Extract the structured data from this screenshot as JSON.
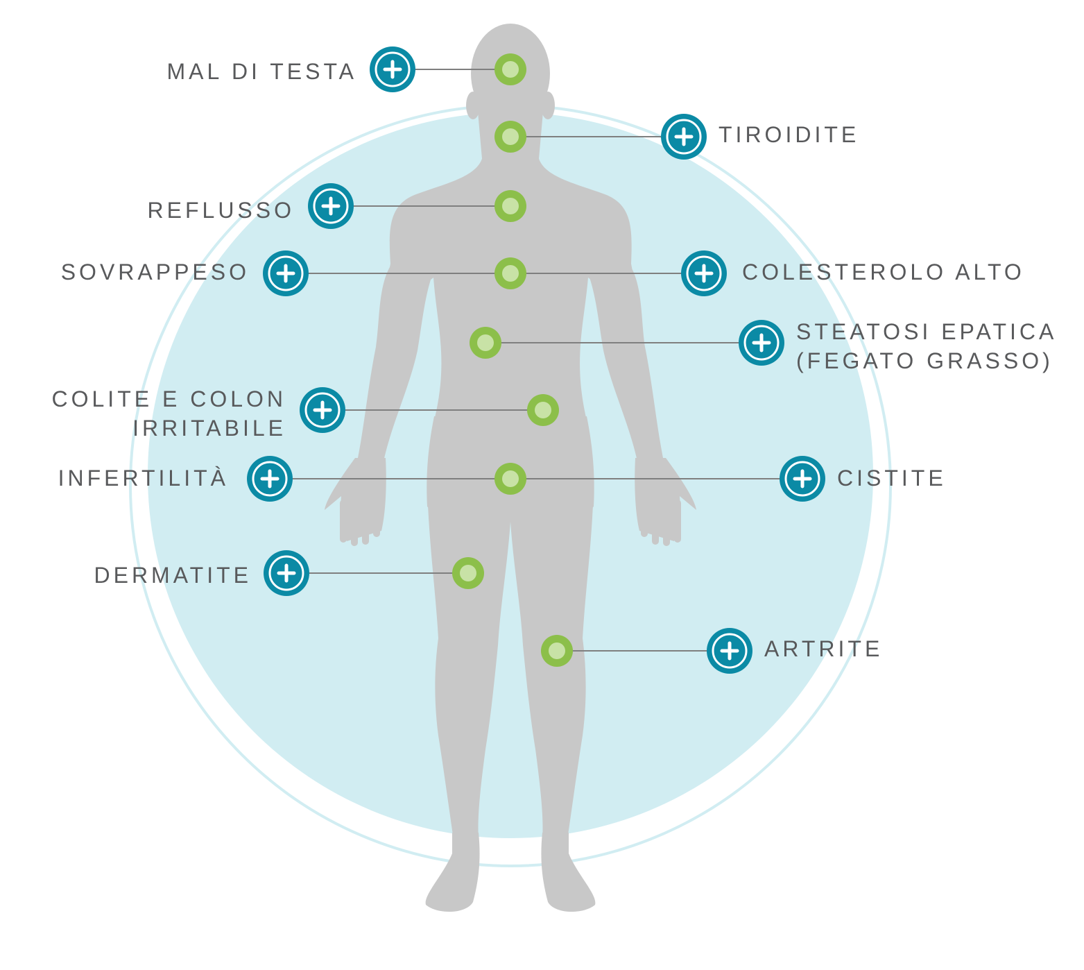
{
  "colors": {
    "body": "#c8c8c8",
    "circle_fill": "#d1edf2",
    "circle_ring": "#d1edf2",
    "point_outer": "#8cbf4a",
    "point_inner": "#c8e2a6",
    "button_fill": "#0b8aa5",
    "button_ring": "#ffffff",
    "connector": "#7f7f7f",
    "label": "#58595b"
  },
  "hotspots": [
    {
      "id": "mal-di-testa",
      "side": "left",
      "lines": [
        "MAL DI TESTA"
      ],
      "plus": "+",
      "icon": "plus-icon"
    },
    {
      "id": "tiroidite",
      "side": "right",
      "lines": [
        "TIROIDITE"
      ],
      "plus": "+",
      "icon": "plus-icon"
    },
    {
      "id": "reflusso",
      "side": "left",
      "lines": [
        "REFLUSSO"
      ],
      "plus": "+",
      "icon": "plus-icon"
    },
    {
      "id": "sovrappeso",
      "side": "left",
      "lines": [
        "SOVRAPPESO"
      ],
      "plus": "+",
      "icon": "plus-icon"
    },
    {
      "id": "colesterolo-alto",
      "side": "right",
      "lines": [
        "COLESTEROLO ALTO"
      ],
      "plus": "+",
      "icon": "plus-icon"
    },
    {
      "id": "steatosi-epatica",
      "side": "right",
      "lines": [
        "STEATOSI EPATICA",
        "(FEGATO GRASSO)"
      ],
      "plus": "+",
      "icon": "plus-icon"
    },
    {
      "id": "colite",
      "side": "left",
      "lines": [
        "COLITE E COLON",
        "IRRITABILE"
      ],
      "plus": "+",
      "icon": "plus-icon"
    },
    {
      "id": "infertilita",
      "side": "left",
      "lines": [
        "INFERTILITÀ"
      ],
      "plus": "+",
      "icon": "plus-icon"
    },
    {
      "id": "cistite",
      "side": "right",
      "lines": [
        "CISTITE"
      ],
      "plus": "+",
      "icon": "plus-icon"
    },
    {
      "id": "dermatite",
      "side": "left",
      "lines": [
        "DERMATITE"
      ],
      "plus": "+",
      "icon": "plus-icon"
    },
    {
      "id": "artrite",
      "side": "right",
      "lines": [
        "ARTRITE"
      ],
      "plus": "+",
      "icon": "plus-icon"
    }
  ]
}
